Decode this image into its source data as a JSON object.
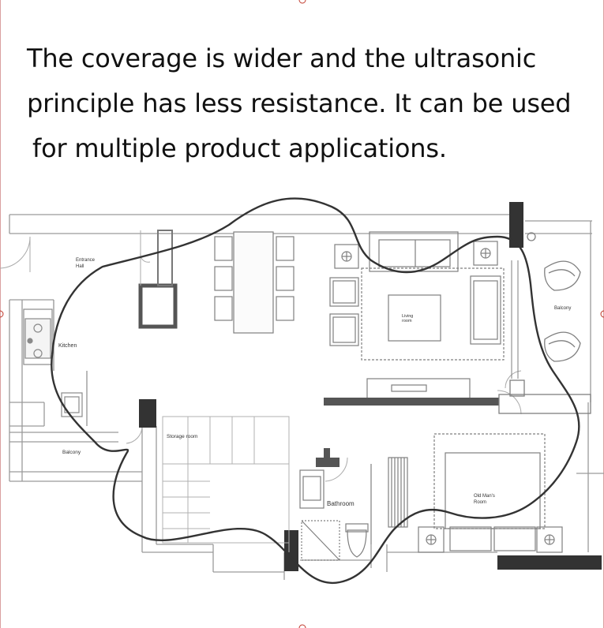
{
  "headline": {
    "line1": "The coverage is wider and the ultrasonic",
    "line2": "principle has less resistance. It can be used",
    "line3": "for multiple product applications."
  },
  "rooms": {
    "entrance_line1": "Entrance",
    "entrance_line2": "Hall",
    "kitchen": "Kitchen",
    "balcony_left": "Balcony",
    "storage": "Storage room",
    "bathroom": "Bathroom",
    "living_line1": "Living",
    "living_line2": "room",
    "balcony_right": "Balcony",
    "old_man_line1": "Old Man's",
    "old_man_line2": "Room"
  },
  "colors": {
    "wall": "#444444",
    "line": "#9a9a9a",
    "curve": "#333333",
    "accent": "#c0392b"
  }
}
